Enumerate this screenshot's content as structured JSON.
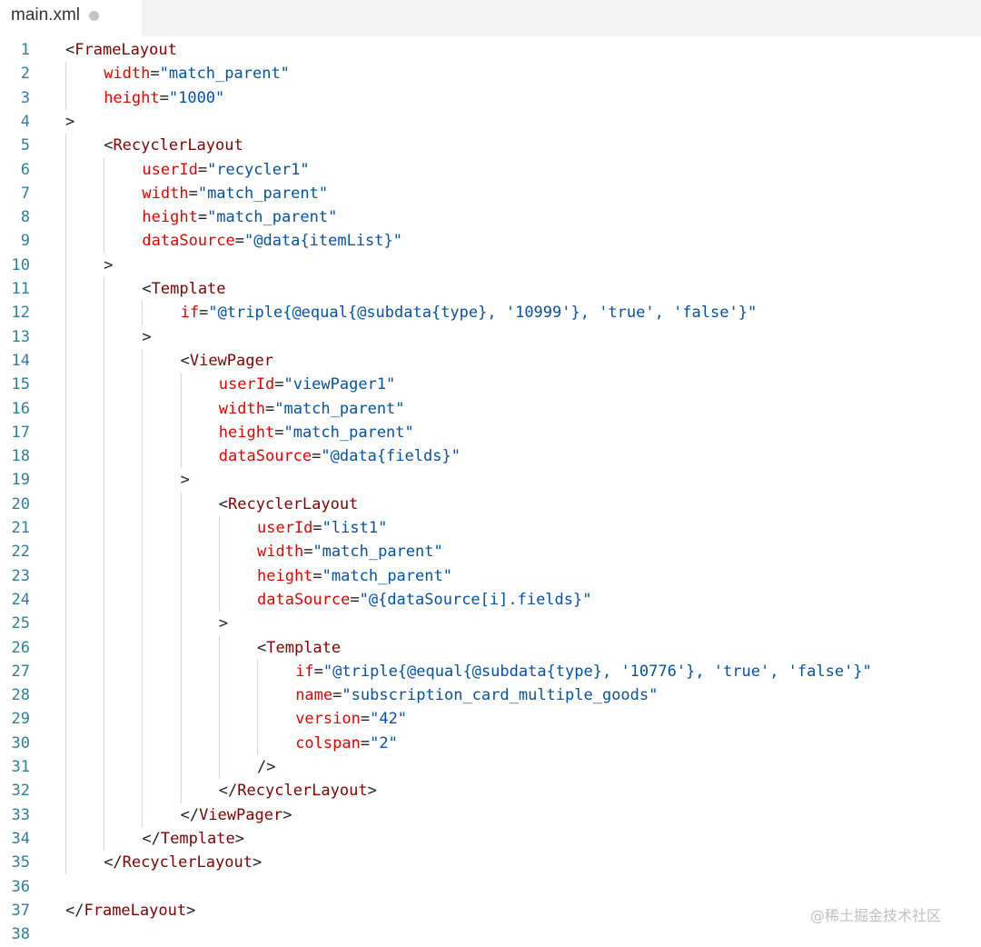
{
  "tab": {
    "filename": "main.xml",
    "status_icon": "unsaved-dot-icon"
  },
  "colors": {
    "tag": "#800000",
    "attribute": "#e50000",
    "value": "#0451a5",
    "line_number": "#2f7f98"
  },
  "code_lines": [
    {
      "number": "1",
      "indent": 0,
      "tokens": [
        {
          "t": "punct",
          "s": "<"
        },
        {
          "t": "tag",
          "s": "FrameLayout"
        }
      ]
    },
    {
      "number": "2",
      "indent": 1,
      "tokens": [
        {
          "t": "attr",
          "s": "width"
        },
        {
          "t": "punct",
          "s": "="
        },
        {
          "t": "val",
          "s": "\"match_parent\""
        }
      ]
    },
    {
      "number": "3",
      "indent": 1,
      "tokens": [
        {
          "t": "attr",
          "s": "height"
        },
        {
          "t": "punct",
          "s": "="
        },
        {
          "t": "val",
          "s": "\"1000\""
        }
      ]
    },
    {
      "number": "4",
      "indent": 0,
      "tokens": [
        {
          "t": "punct",
          "s": ">"
        }
      ]
    },
    {
      "number": "5",
      "indent": 1,
      "tokens": [
        {
          "t": "punct",
          "s": "<"
        },
        {
          "t": "tag",
          "s": "RecyclerLayout"
        }
      ]
    },
    {
      "number": "6",
      "indent": 2,
      "tokens": [
        {
          "t": "attr",
          "s": "userId"
        },
        {
          "t": "punct",
          "s": "="
        },
        {
          "t": "val",
          "s": "\"recycler1\""
        }
      ]
    },
    {
      "number": "7",
      "indent": 2,
      "tokens": [
        {
          "t": "attr",
          "s": "width"
        },
        {
          "t": "punct",
          "s": "="
        },
        {
          "t": "val",
          "s": "\"match_parent\""
        }
      ]
    },
    {
      "number": "8",
      "indent": 2,
      "tokens": [
        {
          "t": "attr",
          "s": "height"
        },
        {
          "t": "punct",
          "s": "="
        },
        {
          "t": "val",
          "s": "\"match_parent\""
        }
      ]
    },
    {
      "number": "9",
      "indent": 2,
      "tokens": [
        {
          "t": "attr",
          "s": "dataSource"
        },
        {
          "t": "punct",
          "s": "="
        },
        {
          "t": "val",
          "s": "\"@data{itemList}\""
        }
      ]
    },
    {
      "number": "10",
      "indent": 1,
      "tokens": [
        {
          "t": "punct",
          "s": ">"
        }
      ]
    },
    {
      "number": "11",
      "indent": 2,
      "tokens": [
        {
          "t": "punct",
          "s": "<"
        },
        {
          "t": "tag",
          "s": "Template"
        }
      ]
    },
    {
      "number": "12",
      "indent": 3,
      "tokens": [
        {
          "t": "attr",
          "s": "if"
        },
        {
          "t": "punct",
          "s": "="
        },
        {
          "t": "val",
          "s": "\"@triple{@equal{@subdata{type}, '10999'}, 'true', 'false'}\""
        }
      ]
    },
    {
      "number": "13",
      "indent": 2,
      "tokens": [
        {
          "t": "punct",
          "s": ">"
        }
      ]
    },
    {
      "number": "14",
      "indent": 3,
      "tokens": [
        {
          "t": "punct",
          "s": "<"
        },
        {
          "t": "tag",
          "s": "ViewPager"
        }
      ]
    },
    {
      "number": "15",
      "indent": 4,
      "tokens": [
        {
          "t": "attr",
          "s": "userId"
        },
        {
          "t": "punct",
          "s": "="
        },
        {
          "t": "val",
          "s": "\"viewPager1\""
        }
      ]
    },
    {
      "number": "16",
      "indent": 4,
      "tokens": [
        {
          "t": "attr",
          "s": "width"
        },
        {
          "t": "punct",
          "s": "="
        },
        {
          "t": "val",
          "s": "\"match_parent\""
        }
      ]
    },
    {
      "number": "17",
      "indent": 4,
      "tokens": [
        {
          "t": "attr",
          "s": "height"
        },
        {
          "t": "punct",
          "s": "="
        },
        {
          "t": "val",
          "s": "\"match_parent\""
        }
      ]
    },
    {
      "number": "18",
      "indent": 4,
      "tokens": [
        {
          "t": "attr",
          "s": "dataSource"
        },
        {
          "t": "punct",
          "s": "="
        },
        {
          "t": "val",
          "s": "\"@data{fields}\""
        }
      ]
    },
    {
      "number": "19",
      "indent": 3,
      "tokens": [
        {
          "t": "punct",
          "s": ">"
        }
      ]
    },
    {
      "number": "20",
      "indent": 4,
      "tokens": [
        {
          "t": "punct",
          "s": "<"
        },
        {
          "t": "tag",
          "s": "RecyclerLayout"
        }
      ]
    },
    {
      "number": "21",
      "indent": 5,
      "tokens": [
        {
          "t": "attr",
          "s": "userId"
        },
        {
          "t": "punct",
          "s": "="
        },
        {
          "t": "val",
          "s": "\"list1\""
        }
      ]
    },
    {
      "number": "22",
      "indent": 5,
      "tokens": [
        {
          "t": "attr",
          "s": "width"
        },
        {
          "t": "punct",
          "s": "="
        },
        {
          "t": "val",
          "s": "\"match_parent\""
        }
      ]
    },
    {
      "number": "23",
      "indent": 5,
      "tokens": [
        {
          "t": "attr",
          "s": "height"
        },
        {
          "t": "punct",
          "s": "="
        },
        {
          "t": "val",
          "s": "\"match_parent\""
        }
      ]
    },
    {
      "number": "24",
      "indent": 5,
      "tokens": [
        {
          "t": "attr",
          "s": "dataSource"
        },
        {
          "t": "punct",
          "s": "="
        },
        {
          "t": "val",
          "s": "\"@{dataSource[i].fields}\""
        }
      ]
    },
    {
      "number": "25",
      "indent": 4,
      "tokens": [
        {
          "t": "punct",
          "s": ">"
        }
      ]
    },
    {
      "number": "26",
      "indent": 5,
      "tokens": [
        {
          "t": "punct",
          "s": "<"
        },
        {
          "t": "tag",
          "s": "Template"
        }
      ]
    },
    {
      "number": "27",
      "indent": 6,
      "tokens": [
        {
          "t": "attr",
          "s": "if"
        },
        {
          "t": "punct",
          "s": "="
        },
        {
          "t": "val",
          "s": "\"@triple{@equal{@subdata{type}, '10776'}, 'true', 'false'}\""
        }
      ]
    },
    {
      "number": "28",
      "indent": 6,
      "tokens": [
        {
          "t": "attr",
          "s": "name"
        },
        {
          "t": "punct",
          "s": "="
        },
        {
          "t": "val",
          "s": "\"subscription_card_multiple_goods\""
        }
      ]
    },
    {
      "number": "29",
      "indent": 6,
      "tokens": [
        {
          "t": "attr",
          "s": "version"
        },
        {
          "t": "punct",
          "s": "="
        },
        {
          "t": "val",
          "s": "\"42\""
        }
      ]
    },
    {
      "number": "30",
      "indent": 6,
      "tokens": [
        {
          "t": "attr",
          "s": "colspan"
        },
        {
          "t": "punct",
          "s": "="
        },
        {
          "t": "val",
          "s": "\"2\""
        }
      ]
    },
    {
      "number": "31",
      "indent": 5,
      "tokens": [
        {
          "t": "punct",
          "s": "/>"
        }
      ]
    },
    {
      "number": "32",
      "indent": 4,
      "tokens": [
        {
          "t": "punct",
          "s": "</"
        },
        {
          "t": "tag",
          "s": "RecyclerLayout"
        },
        {
          "t": "punct",
          "s": ">"
        }
      ]
    },
    {
      "number": "33",
      "indent": 3,
      "tokens": [
        {
          "t": "punct",
          "s": "</"
        },
        {
          "t": "tag",
          "s": "ViewPager"
        },
        {
          "t": "punct",
          "s": ">"
        }
      ]
    },
    {
      "number": "34",
      "indent": 2,
      "tokens": [
        {
          "t": "punct",
          "s": "</"
        },
        {
          "t": "tag",
          "s": "Template"
        },
        {
          "t": "punct",
          "s": ">"
        }
      ]
    },
    {
      "number": "35",
      "indent": 1,
      "tokens": [
        {
          "t": "punct",
          "s": "</"
        },
        {
          "t": "tag",
          "s": "RecyclerLayout"
        },
        {
          "t": "punct",
          "s": ">"
        }
      ]
    },
    {
      "number": "36",
      "indent": 0,
      "tokens": []
    },
    {
      "number": "37",
      "indent": 0,
      "tokens": [
        {
          "t": "punct",
          "s": "</"
        },
        {
          "t": "tag",
          "s": "FrameLayout"
        },
        {
          "t": "punct",
          "s": ">"
        }
      ]
    },
    {
      "number": "38",
      "indent": 0,
      "tokens": []
    }
  ],
  "watermark": "@稀土掘金技术社区"
}
